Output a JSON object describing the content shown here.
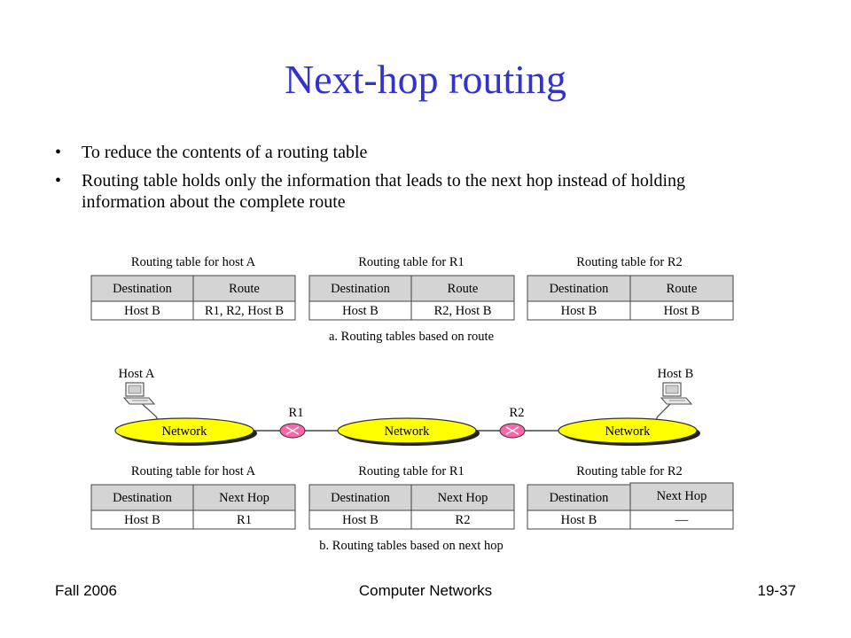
{
  "slide": {
    "title": "Next-hop routing",
    "bullets": [
      "To reduce the contents of a routing table",
      "Routing table holds only the information that leads to the next hop instead of holding information about the complete route"
    ]
  },
  "diagram": {
    "tables_a": [
      {
        "caption": "Routing table for host A",
        "headers": [
          "Destination",
          "Route"
        ],
        "row": [
          "Host B",
          "R1, R2, Host B"
        ]
      },
      {
        "caption": "Routing table for R1",
        "headers": [
          "Destination",
          "Route"
        ],
        "row": [
          "Host B",
          "R2, Host B"
        ]
      },
      {
        "caption": "Routing table for R2",
        "headers": [
          "Destination",
          "Route"
        ],
        "row": [
          "Host B",
          "Host B"
        ]
      }
    ],
    "caption_a": "a. Routing tables based on route",
    "network": {
      "host_a": "Host A",
      "host_b": "Host B",
      "router1": "R1",
      "router2": "R2",
      "networks": [
        "Network",
        "Network",
        "Network"
      ]
    },
    "tables_b": [
      {
        "caption": "Routing table for host A",
        "headers": [
          "Destination",
          "Next Hop"
        ],
        "row": [
          "Host B",
          "R1"
        ]
      },
      {
        "caption": "Routing table for R1",
        "headers": [
          "Destination",
          "Next Hop"
        ],
        "row": [
          "Host B",
          "R2"
        ]
      },
      {
        "caption": "Routing table for R2",
        "headers": [
          "Destination",
          "Next Hop"
        ],
        "row": [
          "Host B",
          "—"
        ]
      }
    ],
    "caption_b": "b. Routing tables based on next hop"
  },
  "footer": {
    "left": "Fall 2006",
    "center": "Computer Networks",
    "right": "19-37"
  },
  "colors": {
    "title": "#3333cc",
    "network_fill": "#ffff00",
    "router_fill": "#ff66aa",
    "header_fill": "#d4d4d4"
  }
}
